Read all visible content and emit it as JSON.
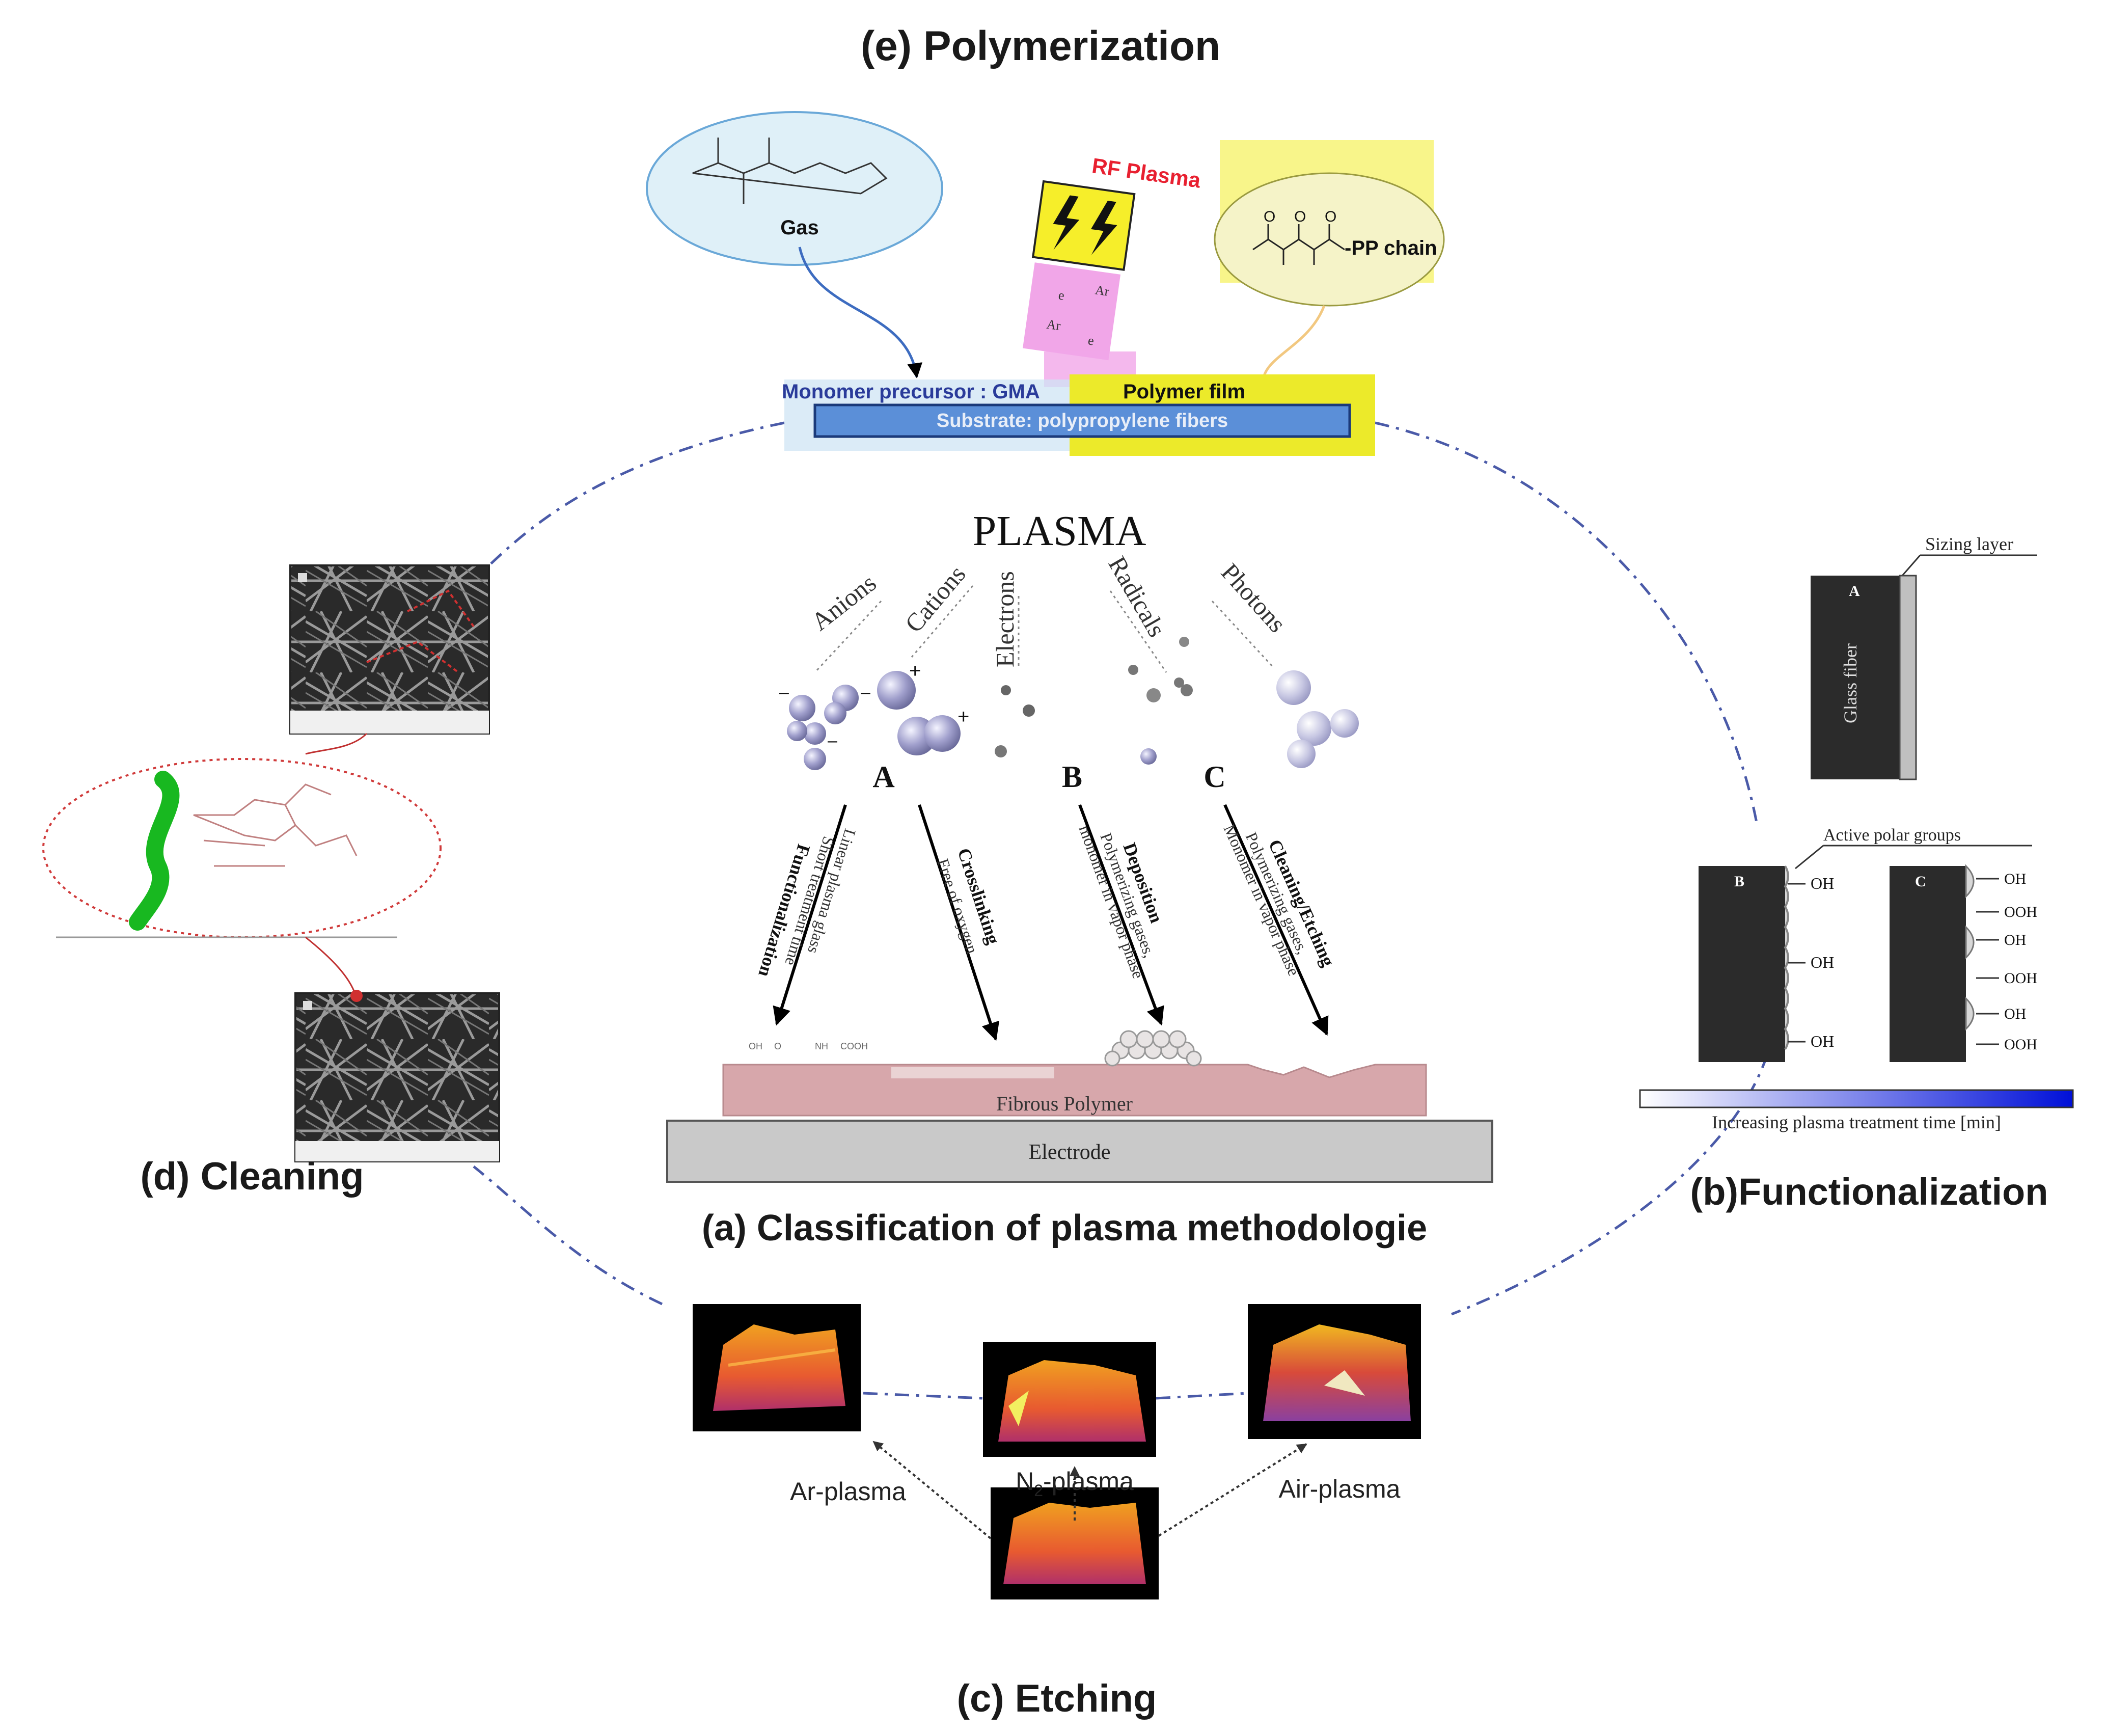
{
  "titles": {
    "polymerization": "(e) Polymerization",
    "classification": "(a) Classification of plasma methodologie",
    "functionalization": "(b)Functionalization",
    "etching": "(c) Etching",
    "cleaning": "(d) Cleaning"
  },
  "polymerization": {
    "gas_label": "Gas",
    "rf_plasma": "RF Plasma",
    "pp_chain": "-PP chain",
    "monomer_precursor": "Monomer precursor : GMA",
    "polymer_film": "Polymer film",
    "substrate": "Substrate: polypropylene fibers"
  },
  "classification": {
    "plasma": "PLASMA",
    "species": [
      "Anions",
      "Cations",
      "Electrons",
      "Radicals",
      "Photons"
    ],
    "groups": [
      "A",
      "B",
      "C"
    ],
    "arrows": [
      {
        "title": "Functionalization",
        "desc1": "Short treatment time",
        "desc2": "Linear plasma glass"
      },
      {
        "title": "Crosslinking",
        "desc1": "Free of oxygen",
        "desc2": ""
      },
      {
        "title": "Deposition",
        "desc1": "Polymerizing gases,",
        "desc2": "monomer in vapor phase"
      },
      {
        "title": "Cleaning/Etching",
        "desc1": "Polymerizing gases,",
        "desc2": "Monomer in vapor phase"
      }
    ],
    "fibrous_polymer": "Fibrous Polymer",
    "electrode": "Electrode"
  },
  "functionalization": {
    "sizing_layer": "Sizing layer",
    "glass_fiber": "Glass fiber",
    "panel_a": "A",
    "panel_b": "B",
    "panel_c": "C",
    "active_polar_groups": "Active polar groups",
    "groups_b": [
      "OH",
      "OH",
      "OH"
    ],
    "groups_c": [
      "OH",
      "OOH",
      "OH",
      "OOH",
      "OH",
      "OOH"
    ],
    "time_bar_label": "Increasing plasma treatment time [min]"
  },
  "etching": {
    "ar": "Ar-plasma",
    "n2_prefix": "N",
    "n2_sub": "2",
    "n2_suffix": "-plasma",
    "air": "Air-plasma"
  },
  "colors": {
    "cycle_line": "#4a5aa8",
    "gas_bubble": "#dff0f8",
    "rf_yellow": "#f6ee2a",
    "pink": "#f1a6e8",
    "substrate_blue": "#5b8fd8",
    "polymer_pink": "#d7a7ab",
    "electrode_grey": "#c9c9c9",
    "plasma_ball": "#9d9cc9",
    "etch_orange": "#e8702a",
    "dark_fiber": "#333333"
  }
}
